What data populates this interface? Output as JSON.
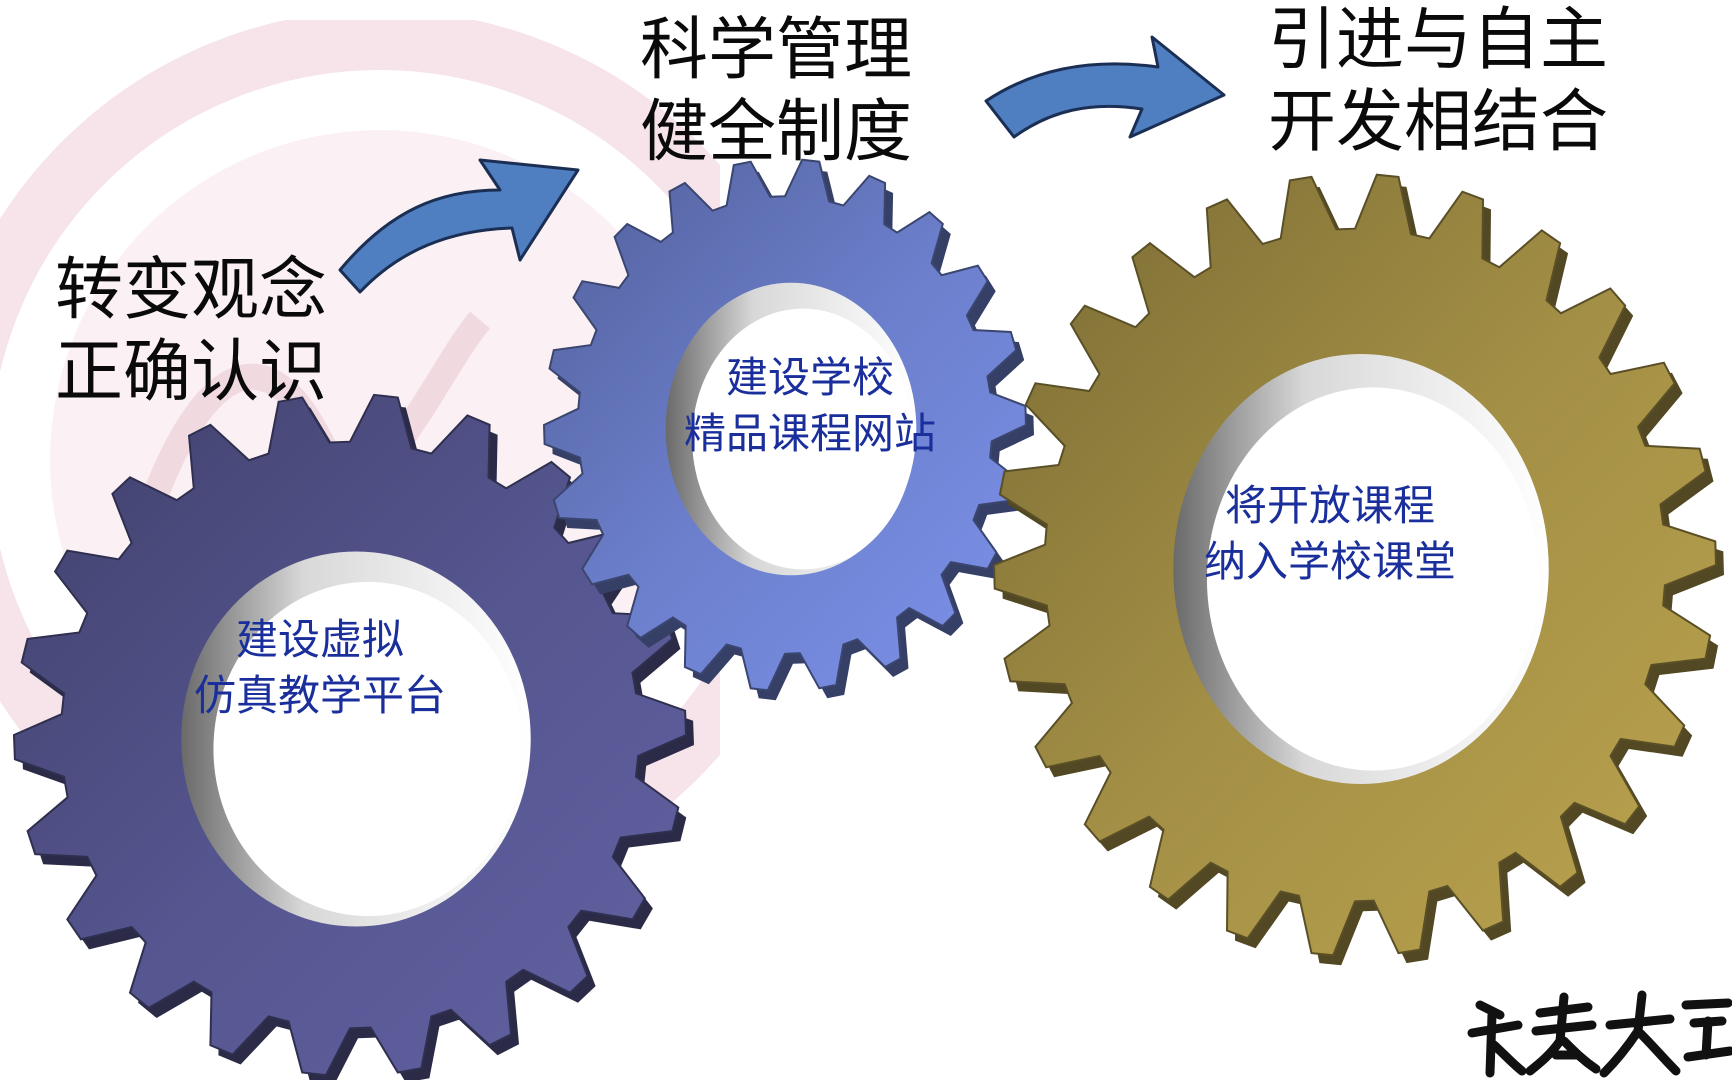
{
  "headings": {
    "step1": {
      "line1": "转变观念",
      "line2": "正确认识"
    },
    "step2": {
      "line1": "科学管理",
      "line2": "健全制度"
    },
    "step3": {
      "line1": "引进与自主",
      "line2": "开发相结合"
    }
  },
  "gears": {
    "left": {
      "line1": "建设虚拟",
      "line2": "仿真教学平台",
      "color": "#55558f"
    },
    "middle": {
      "line1": "建设学校",
      "line2": "精品课程网站",
      "color": "#6c7fcc"
    },
    "right": {
      "line1": "将开放课程",
      "line2": "纳入学校课堂",
      "color": "#a38f45"
    }
  },
  "colors": {
    "label_text": "#1a2f9c",
    "arrow": "#4f7fc0",
    "watermark": "#f3dde4"
  },
  "logo": {
    "text": "长春大学",
    "style": "calligraphy"
  }
}
